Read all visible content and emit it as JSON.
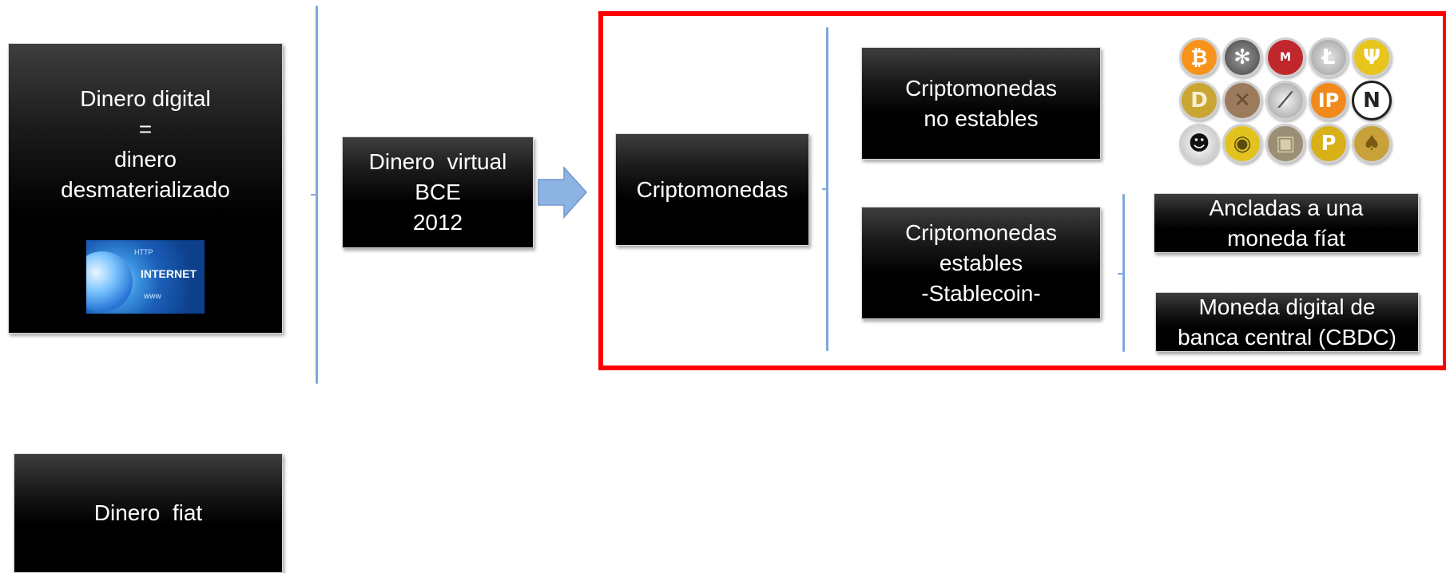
{
  "boxes": {
    "dinero_digital": [
      "Dinero digital",
      "=",
      "dinero",
      "desmaterializado"
    ],
    "dinero_virtual": [
      "Dinero  virtual",
      "BCE",
      "2012"
    ],
    "criptomonedas": [
      "Criptomonedas"
    ],
    "cripto_no_estables": [
      "Criptomonedas",
      "no estables"
    ],
    "cripto_estables": [
      "Criptomonedas",
      "estables",
      "-Stablecoin-"
    ],
    "ancladas": [
      "Ancladas a una",
      "moneda fíat"
    ],
    "cbdc": [
      "Moneda digital de",
      "banca central (CBDC)"
    ],
    "dinero_fiat": [
      "Dinero  fiat"
    ]
  },
  "internet_image": {
    "label": "INTERNET",
    "sublabels": [
      "HTTP",
      "www"
    ]
  },
  "coin_icons": [
    "bitcoin-icon",
    "snowflake-coin-icon",
    "megacoin-icon",
    "litecoin-icon",
    "psi-coin-icon",
    "dogecoin-icon",
    "cross-coin-icon",
    "feather-coin-icon",
    "ip-coin-icon",
    "n-coin-icon",
    "anonymous-coin-icon",
    "fish-coin-icon",
    "box-coin-icon",
    "p-coin-icon",
    "bell-coin-icon"
  ],
  "colors": {
    "frame": "#ff0000",
    "bracket": "#7fa7dc",
    "arrow": "#8db3e2"
  }
}
